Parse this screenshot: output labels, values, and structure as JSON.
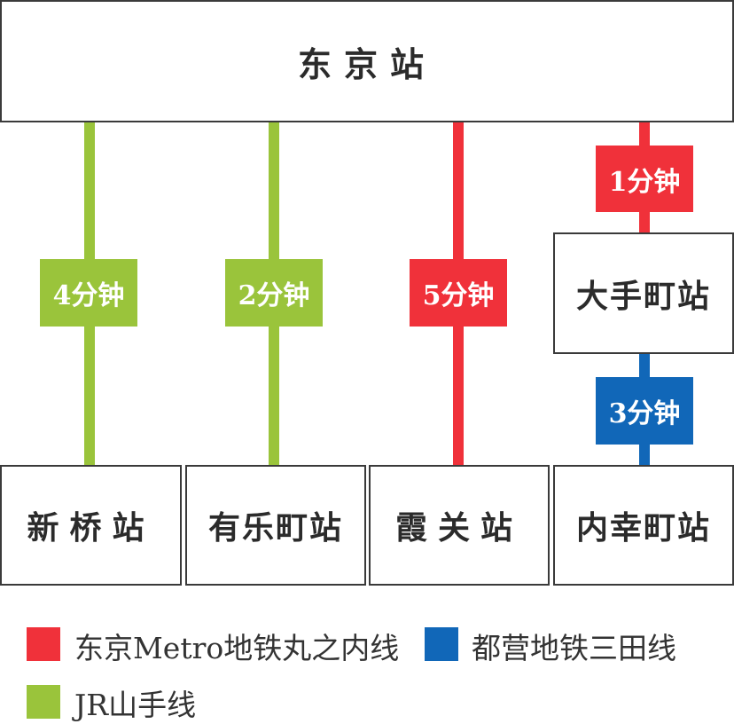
{
  "colors": {
    "jr_yamanote": "#9ac43b",
    "metro_marunouchi": "#f0313a",
    "toei_mita": "#1167b8"
  },
  "stations": {
    "tokyo": "东京站",
    "shinbashi": "新桥站",
    "yurakucho": "有乐町站",
    "kasumigaseki": "霞关站",
    "otemachi": "大手町站",
    "uchisaiwaicho": "内幸町站"
  },
  "times": {
    "shinbashi": "4分钟",
    "yurakucho": "2分钟",
    "kasumigaseki": "5分钟",
    "otemachi": "1分钟",
    "uchisaiwaicho": "3分钟"
  },
  "legend": {
    "metro_marunouchi": "东京Metro地铁丸之内线",
    "toei_mita": "都营地铁三田线",
    "jr_yamanote": "JR山手线"
  }
}
